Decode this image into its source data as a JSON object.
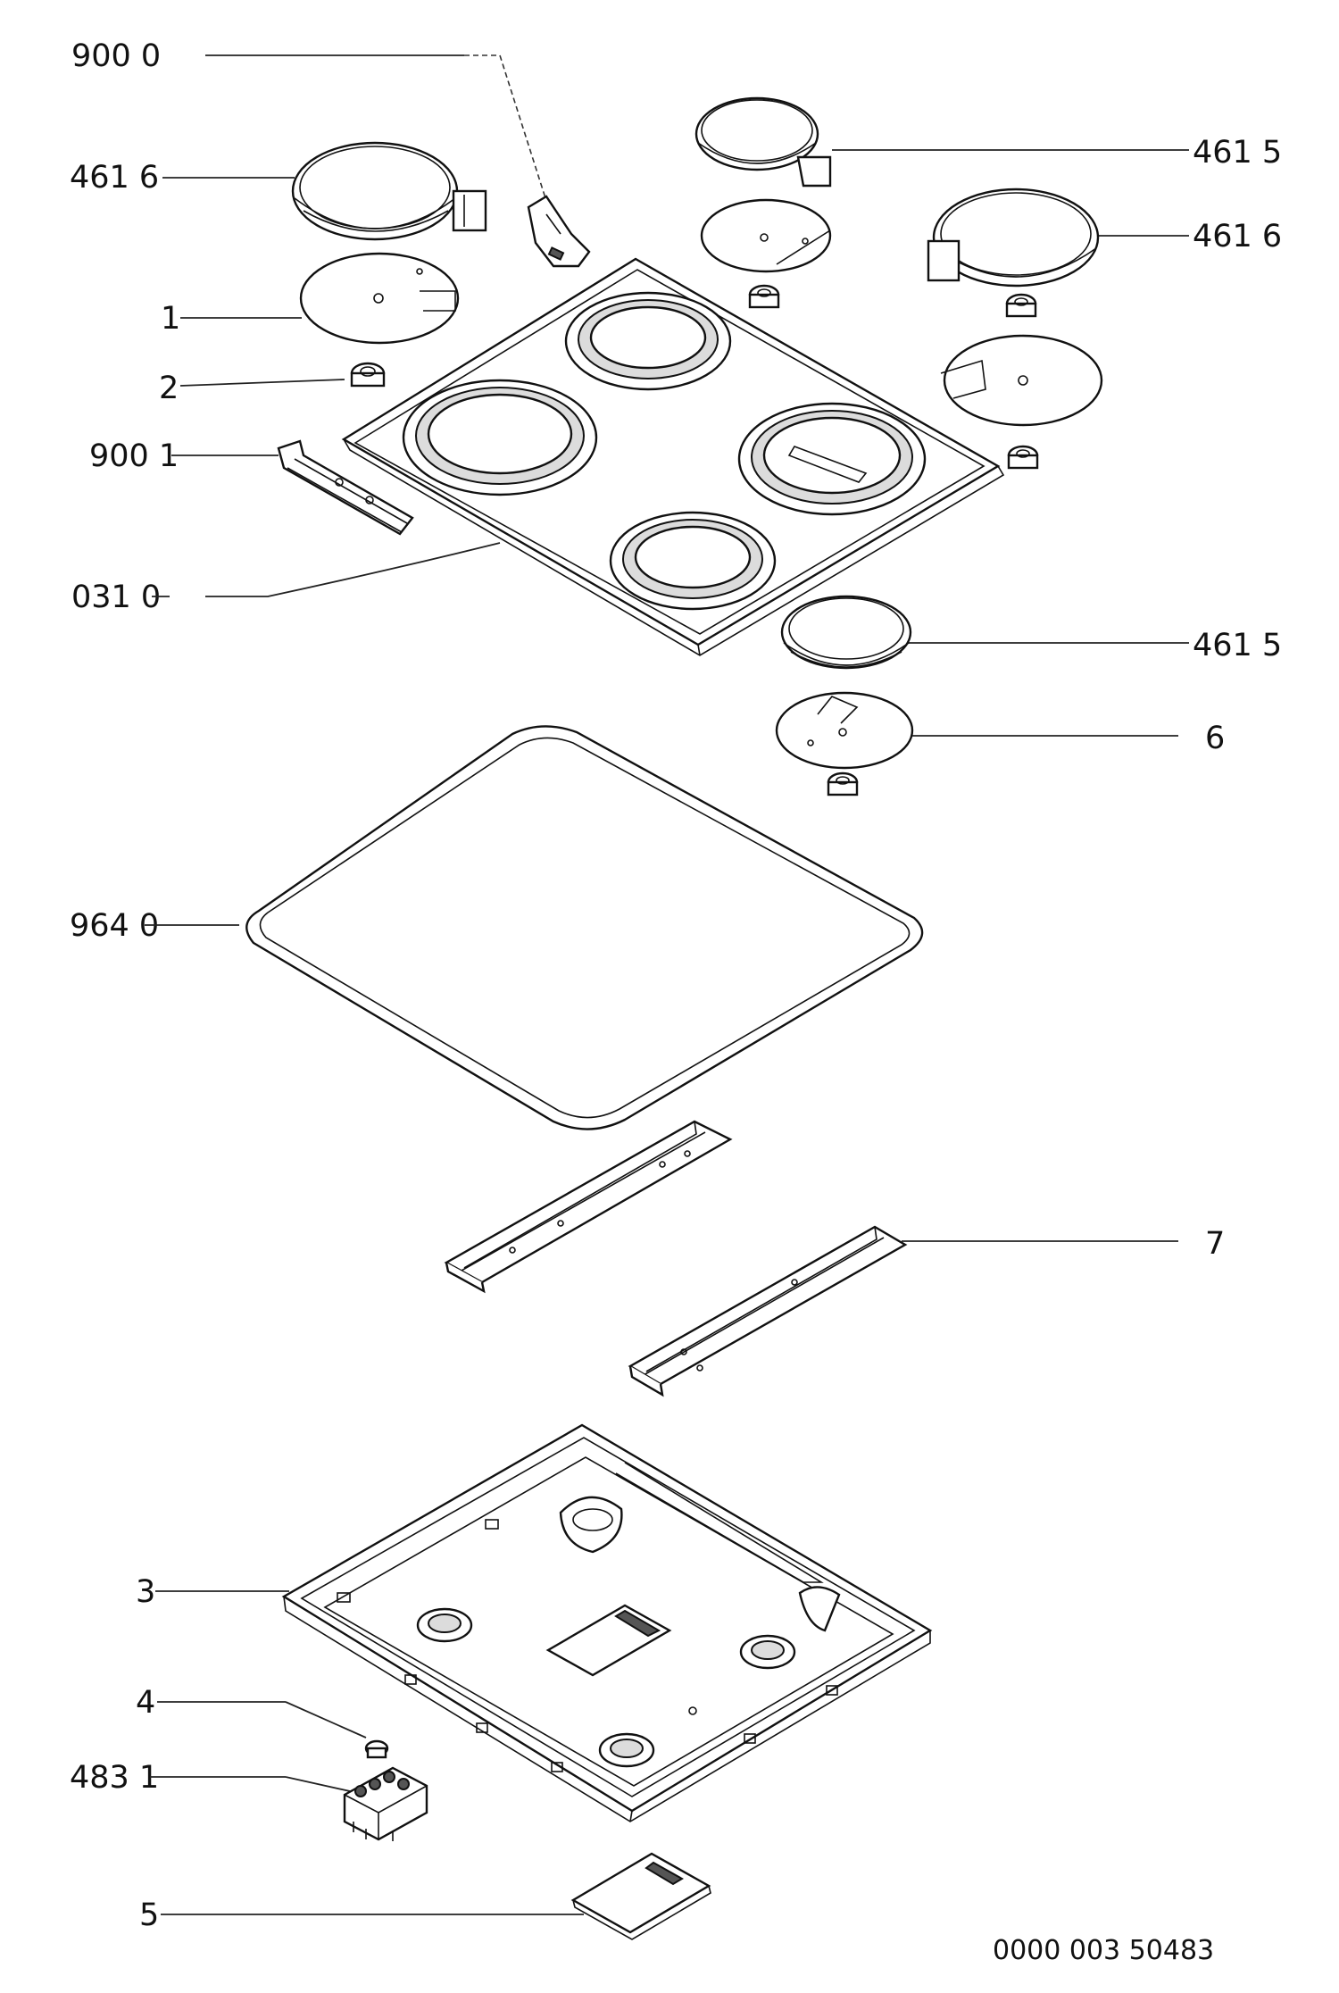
{
  "labels": {
    "p9000": "900 0",
    "p4616_left": "461  6",
    "p4615_top": "461 5",
    "p4616_right": "461 6",
    "p1": "1",
    "p2": "2",
    "p9001": "900 1",
    "p0310": "031 0",
    "p4615_mid": "461 5",
    "p6": "6",
    "p9640": "964 0",
    "p7": "7",
    "p3": "3",
    "p4": "4",
    "p4831": "483 1",
    "p5": "5"
  },
  "drawing_number": "0000 003 50483"
}
